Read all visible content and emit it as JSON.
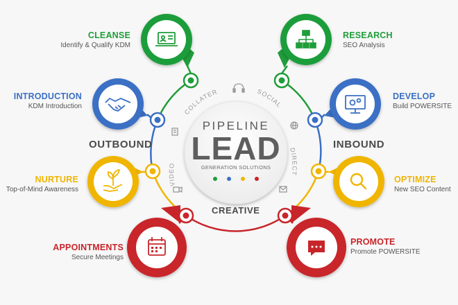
{
  "center": {
    "line1": "PIPELINE",
    "line2": "LEAD",
    "line3": "GENERATION SOLUTIONS",
    "dots": [
      "#1f9d3a",
      "#3a6fc4",
      "#f0b500",
      "#c8252a"
    ]
  },
  "side_labels": {
    "left": "OUTBOUND",
    "right": "INBOUND",
    "bottom": "CREATIVE"
  },
  "arc_labels": {
    "collateral": "COLLATERAL",
    "social": "SOCIAL",
    "video": "VIDEO",
    "direct": "DIRECT"
  },
  "steps": {
    "cleanse": {
      "title": "CLEANSE",
      "subtitle": "Identify & Qualify KDM",
      "color": "#1f9d3a",
      "icon": "laptop-profile-icon"
    },
    "introduction": {
      "title": "INTRODUCTION",
      "subtitle": "KDM Introduction",
      "color": "#3a6fc4",
      "icon": "handshake-icon"
    },
    "nurture": {
      "title": "NURTURE",
      "subtitle": "Top-of-Mind Awareness",
      "color": "#f0b500",
      "icon": "hand-plant-icon"
    },
    "appointments": {
      "title": "APPOINTMENTS",
      "subtitle": "Secure Meetings",
      "color": "#c8252a",
      "icon": "calendar-icon"
    },
    "research": {
      "title": "RESEARCH",
      "subtitle": "SEO Analysis",
      "color": "#1f9d3a",
      "icon": "sitemap-icon"
    },
    "develop": {
      "title": "DEVELOP",
      "subtitle": "Build POWERSITE",
      "color": "#3a6fc4",
      "icon": "monitor-gears-icon"
    },
    "optimize": {
      "title": "OPTIMIZE",
      "subtitle": "New SEO Content",
      "color": "#f0b500",
      "icon": "magnifier-icon"
    },
    "promote": {
      "title": "PROMOTE",
      "subtitle": "Promote POWERSITE",
      "color": "#c8252a",
      "icon": "chat-bubble-icon"
    }
  }
}
